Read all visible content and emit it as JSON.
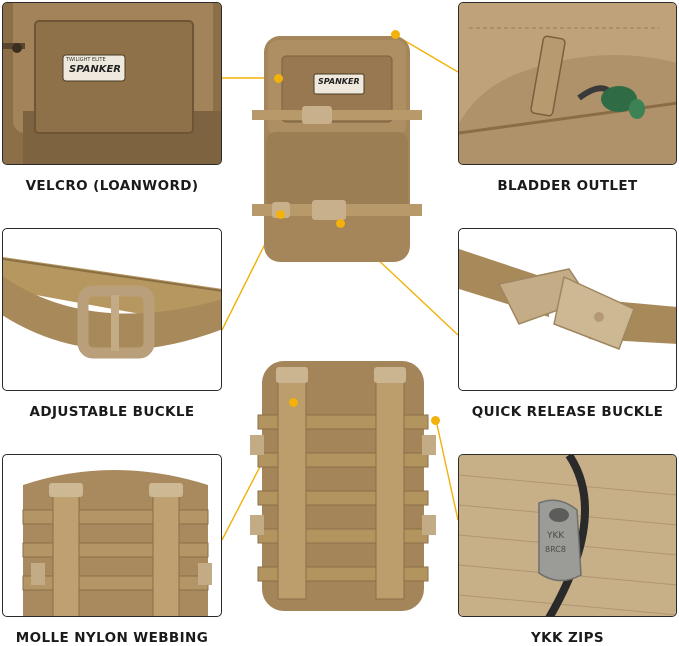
{
  "features": [
    {
      "label": "VELCRO (LOANWORD)"
    },
    {
      "label": "BLADDER OUTLET"
    },
    {
      "label": "ADJUSTABLE BUCKLE"
    },
    {
      "label": "QUICK RELEASE BUCKLE"
    },
    {
      "label": "MOLLE NYLON WEBBING"
    },
    {
      "label": "YKK ZIPS"
    }
  ],
  "brand": {
    "line1": "TWILIGHT ELITE",
    "line2": "SPANKER"
  },
  "zipper_stamp": {
    "line1": "YKK",
    "line2": "8RC8"
  },
  "colors": {
    "tan": "#a8875a",
    "tan_dark": "#7e6340",
    "tan_light": "#c9ad82",
    "accent": "#f2b10b",
    "hose": "#2f6b45"
  },
  "icons": [
    "velcro-patch-icon",
    "hydration-valve-icon",
    "slide-buckle-icon",
    "release-buckle-icon",
    "molle-webbing-icon",
    "zipper-pull-icon"
  ]
}
